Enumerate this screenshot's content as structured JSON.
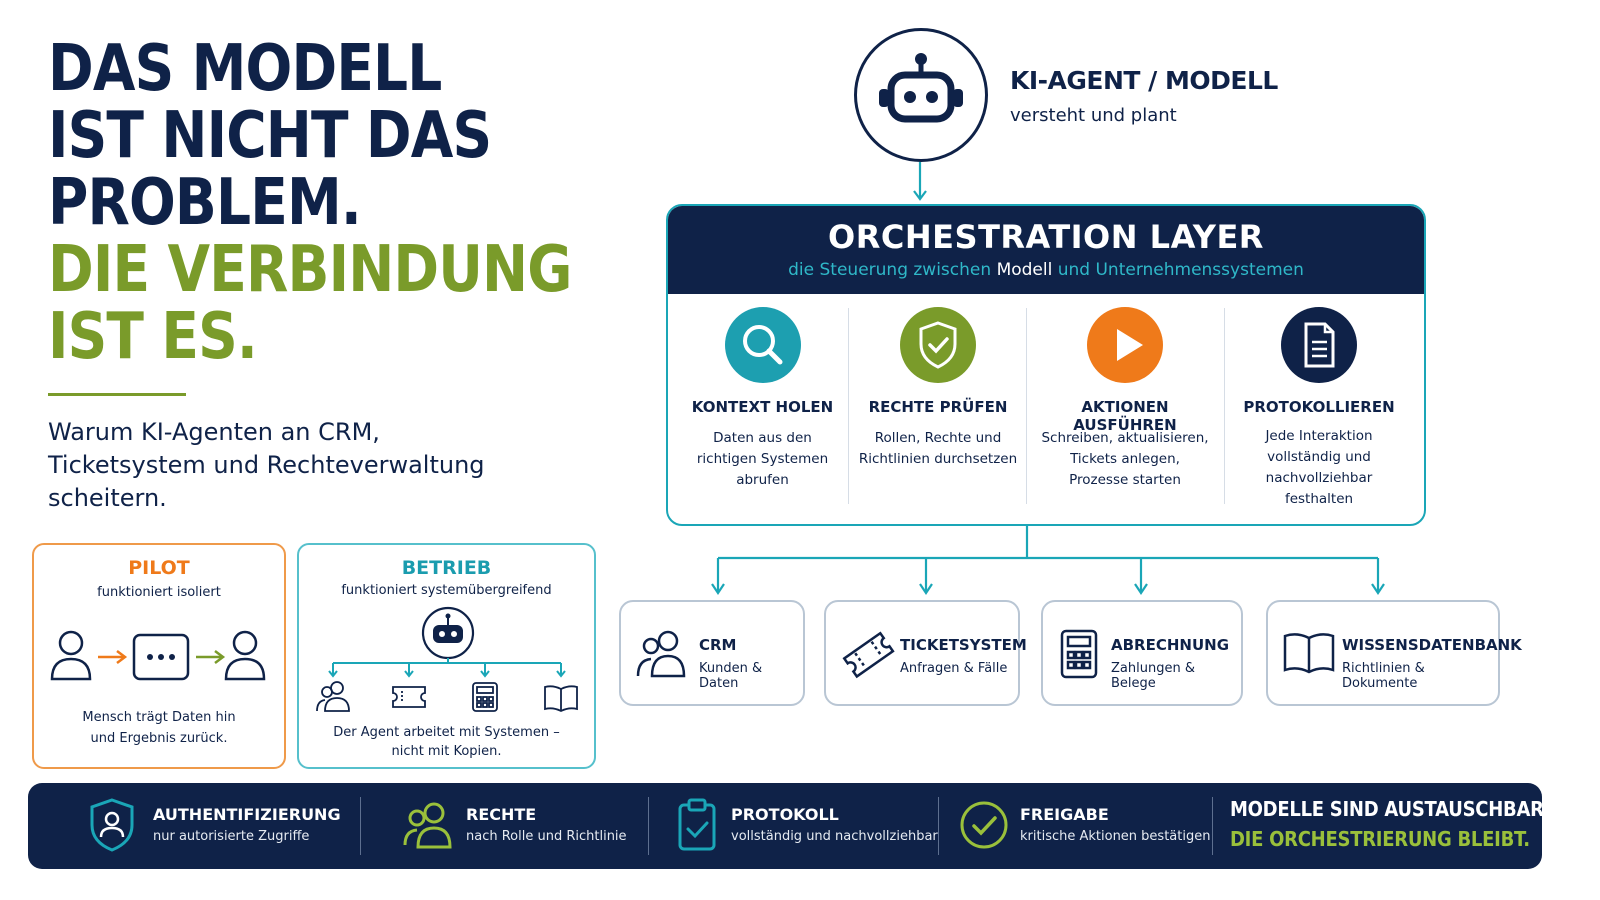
{
  "headline": {
    "line1": "DAS MODELL",
    "line2": "IST NICHT DAS",
    "line3": "PROBLEM.",
    "line4": "DIE VERBINDUNG",
    "line5": "IST ES."
  },
  "subtitle": "Warum KI-Agenten an CRM, Ticketsystem und Rechteverwaltung scheitern.",
  "pilot": {
    "title": "PILOT",
    "subtitle": "funktioniert isoliert",
    "footer_line1": "Mensch trägt Daten hin",
    "footer_line2": "und Ergebnis zurück."
  },
  "betrieb": {
    "title": "BETRIEB",
    "subtitle": "funktioniert systemübergreifend",
    "footer_line1": "Der Agent arbeitet mit Systemen –",
    "footer_line2": "nicht mit Kopien."
  },
  "agent": {
    "title": "KI-AGENT / MODELL",
    "subtitle": "versteht und plant"
  },
  "orchestration": {
    "title": "ORCHESTRATION LAYER",
    "subtitle_part1": "die Steuerung zwischen ",
    "subtitle_highlight": "Modell",
    "subtitle_part2": " und Unternehmenssystemen",
    "steps": [
      {
        "title": "KONTEXT HOLEN",
        "lines": [
          "Daten aus den",
          "richtigen Systemen",
          "abrufen"
        ],
        "icon": "search-icon",
        "color": "#1d9fb0"
      },
      {
        "title": "RECHTE PRÜFEN",
        "lines": [
          "Rollen, Rechte und",
          "Richtlinien durchsetzen"
        ],
        "icon": "shield-check-icon",
        "color": "#7a9b2a"
      },
      {
        "title": "AKTIONEN AUSFÜHREN",
        "lines": [
          "Schreiben, aktualisieren,",
          "Tickets anlegen,",
          "Prozesse starten"
        ],
        "icon": "play-icon",
        "color": "#ef7a1a"
      },
      {
        "title": "PROTOKOLLIEREN",
        "lines": [
          "Jede Interaktion",
          "vollständig und",
          "nachvollziehbar",
          "festhalten"
        ],
        "icon": "document-icon",
        "color": "#0f2248"
      }
    ]
  },
  "systems": [
    {
      "title": "CRM",
      "subtitle": "Kunden & Daten",
      "icon": "users-icon"
    },
    {
      "title": "TICKETSYSTEM",
      "subtitle": "Anfragen & Fälle",
      "icon": "ticket-icon"
    },
    {
      "title": "ABRECHNUNG",
      "subtitle": "Zahlungen & Belege",
      "icon": "calculator-icon"
    },
    {
      "title": "WISSENSDATENBANK",
      "subtitle": "Richtlinien & Dokumente",
      "icon": "book-icon"
    }
  ],
  "bottom_bar": {
    "items": [
      {
        "title": "AUTHENTIFIZIERUNG",
        "subtitle": "nur autorisierte Zugriffe",
        "icon": "shield-user-icon"
      },
      {
        "title": "RECHTE",
        "subtitle": "nach Rolle und Richtlinie",
        "icon": "users-icon"
      },
      {
        "title": "PROTOKOLL",
        "subtitle": "vollständig und nachvollziehbar",
        "icon": "clipboard-check-icon"
      },
      {
        "title": "FREIGABE",
        "subtitle": "kritische Aktionen bestätigen",
        "icon": "check-circle-icon"
      }
    ],
    "final_line1": "MODELLE SIND AUSTAUSCHBAR.",
    "final_line2": "DIE ORCHESTRIERUNG BLEIBT."
  },
  "colors": {
    "navy": "#0f2248",
    "green": "#7a9b2a",
    "teal": "#1aa6b7",
    "orange": "#ef7a1a"
  }
}
